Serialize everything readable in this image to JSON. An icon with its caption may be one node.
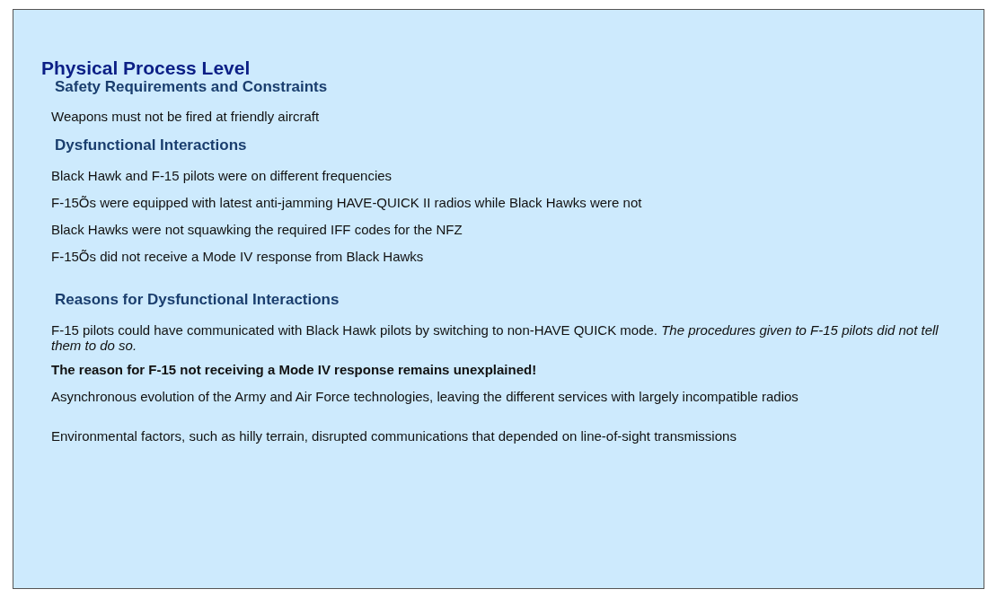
{
  "diagram": {
    "title": "Physical Process Level",
    "nodes": [
      {
        "text": [
          "Safety Requirements and Constraints",
          "Weapons must not be fired at friendly aircraft",
          "Dysfunctional Interactions",
          "Black Hawk and F-15 pilots were on different frequencies",
          "F-15Õs were equipped with latest anti-jamming HAVE-QUICK II radios while Black Hawks were not",
          "Black Hawks were not squawking the required IFF codes for the NFZ",
          "F-15Õs did not receive a Mode IV response from Black Hawks",
          "Reasons for Dysfunctional Interactions",
          "F-15 pilots could have communicated with Black Hawk pilots by switching to non-HAVE QUICK mode. *The procedures given to F-15 pilots did not tell them to do so.*",
          "The reason for F-15 not receiving a Mode IV response remains unexplained!",
          "Asynchronous evolution of the Army and Air Force technologies, leaving the different services with largely incompatible radios",
          "Environmental factors, such as hilly terrain, disrupted communications that depended on line-of-sight transmissions"
        ]
      }
    ]
  }
}
